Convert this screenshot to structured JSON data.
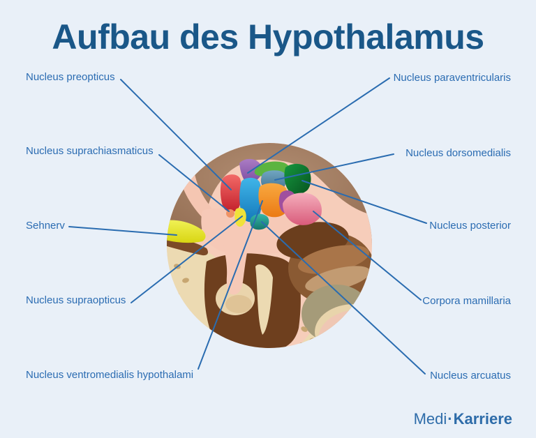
{
  "title": "Aufbau des Hypothalamus",
  "labels": {
    "left": [
      {
        "id": "preopticus",
        "text": "Nucleus preopticus"
      },
      {
        "id": "suprachiasmaticus",
        "text": "Nucleus suprachiasmaticus"
      },
      {
        "id": "sehnerv",
        "text": "Sehnerv"
      },
      {
        "id": "supraopticus",
        "text": "Nucleus supraopticus"
      },
      {
        "id": "ventromedialis",
        "text": "Nucleus ventromedialis hypothalami"
      }
    ],
    "right": [
      {
        "id": "paraventricularis",
        "text": "Nucleus paraventricularis"
      },
      {
        "id": "dorsomedialis",
        "text": "Nucleus dorsomedialis"
      },
      {
        "id": "posterior",
        "text": "Nucleus posterior"
      },
      {
        "id": "mamillaria",
        "text": "Corpora mamillaria"
      },
      {
        "id": "arcuatus",
        "text": "Nucleus arcuatus"
      }
    ]
  },
  "logo": {
    "medi": "Medi",
    "dot": "·",
    "karriere": "Karriere"
  },
  "palette": {
    "background": "#e9f0f8",
    "title_color": "#1a5788",
    "label_color": "#2b6cb2",
    "leader_line_color": "#2a6cb0",
    "logo_color": "#2e6ca9",
    "nuclei_colors": {
      "preopticus_red": "#d92b33",
      "paraventricularis_purple": "#8a5cad",
      "suprachiasmaticus_salmon": "#ef9265",
      "dorsomedialis_steelblue": "#4a85a6",
      "posterior_darkgreen": "#0d7a33",
      "ventromedialis_orange": "#f2901f",
      "arcuatus_teal": "#1f9e91",
      "mamillaria_pink": "#e87e96",
      "tuberal_blue": "#2196d4",
      "lateral_green": "#5cb440",
      "optic_yellow": "#eee23c"
    }
  }
}
